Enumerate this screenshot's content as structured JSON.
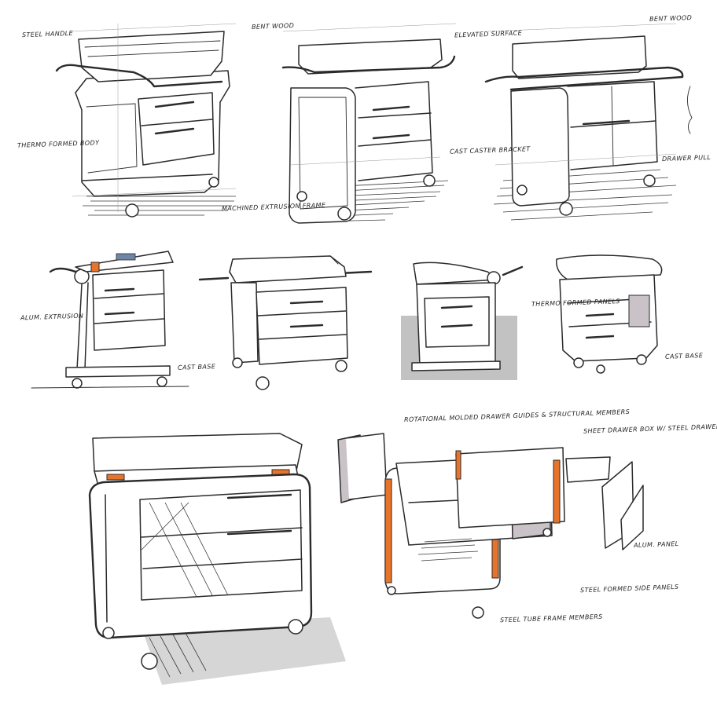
{
  "callouts": {
    "steel_handle": "STEEL HANDLE",
    "bent_wood_1": "BENT WOOD",
    "elevated_surface": "ELEVATED SURFACE",
    "bent_wood_2": "BENT WOOD",
    "thermo_formed_body": "THERMO FORMED BODY",
    "machined_extrusion_frame": "MACHINED EXTRUSION FRAME",
    "cast_caster_bracket": "CAST CASTER BRACKET",
    "drawer_pull": "DRAWER PULL",
    "alum_extrusion": "ALUM. EXTRUSION",
    "cast_base": "CAST BASE",
    "thermo_formed_panels": "THERMO FORMED PANELS",
    "cast_base_2": "CAST BASE",
    "rotational_molded": "ROTATIONAL MOLDED DRAWER GUIDES & STRUCTURAL MEMBERS",
    "sheet_drawer_box": "SHEET DRAWER BOX W/ STEEL DRAWER FRONTS",
    "alum_panel": "ALUM. PANEL",
    "steel_formed_side_panels": "STEEL FORMED SIDE PANELS",
    "steel_tube_frame": "STEEL TUBE FRAME MEMBERS"
  },
  "colors": {
    "ink": "#2b2b2b",
    "accent_orange": "#e8742b",
    "panel_grey": "#c9c3c8",
    "paper": "#ffffff"
  }
}
